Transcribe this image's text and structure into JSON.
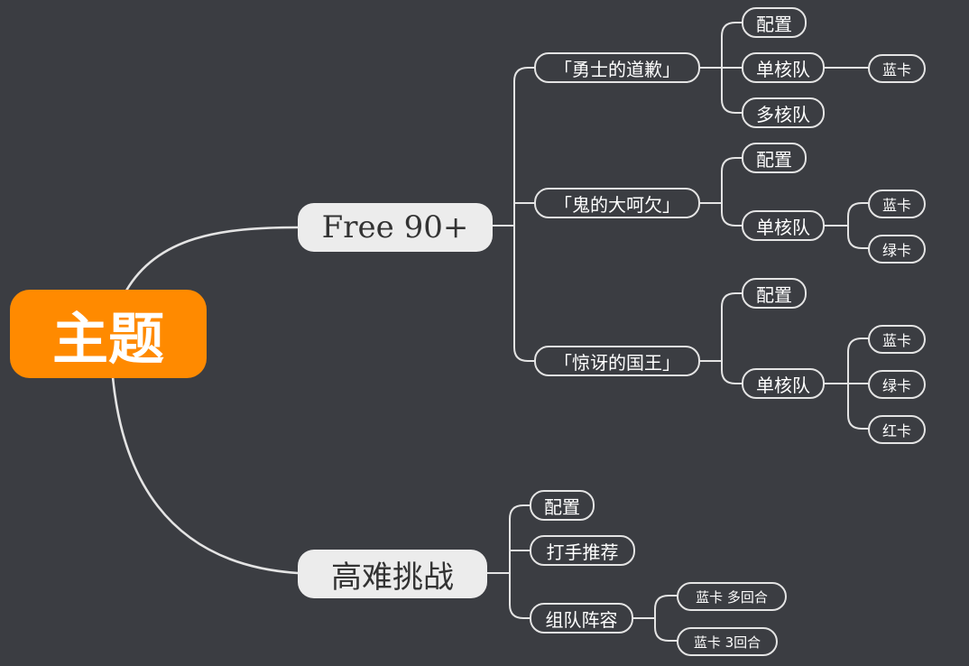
{
  "root": {
    "label": "主题"
  },
  "branch_free90": {
    "label": "Free 90+",
    "ch1": {
      "label": "「勇士的道歉」",
      "config": "配置",
      "single": "单核队",
      "multi": "多核队",
      "blue": "蓝卡"
    },
    "ch2": {
      "label": "「鬼的大呵欠」",
      "config": "配置",
      "single": "单核队",
      "blue": "蓝卡",
      "green": "绿卡"
    },
    "ch3": {
      "label": "「惊讶的国王」",
      "config": "配置",
      "single": "单核队",
      "blue": "蓝卡",
      "green": "绿卡",
      "red": "红卡"
    }
  },
  "branch_challenge": {
    "label": "高难挑战",
    "config": "配置",
    "recommend": "打手推荐",
    "team": "组队阵容",
    "team_a": "蓝卡 多回合",
    "team_b": "蓝卡 3回合"
  },
  "colors": {
    "background": "#3b3d42",
    "root": "#ff8a00",
    "main_node": "#ececec",
    "line": "#e4e4e4"
  }
}
